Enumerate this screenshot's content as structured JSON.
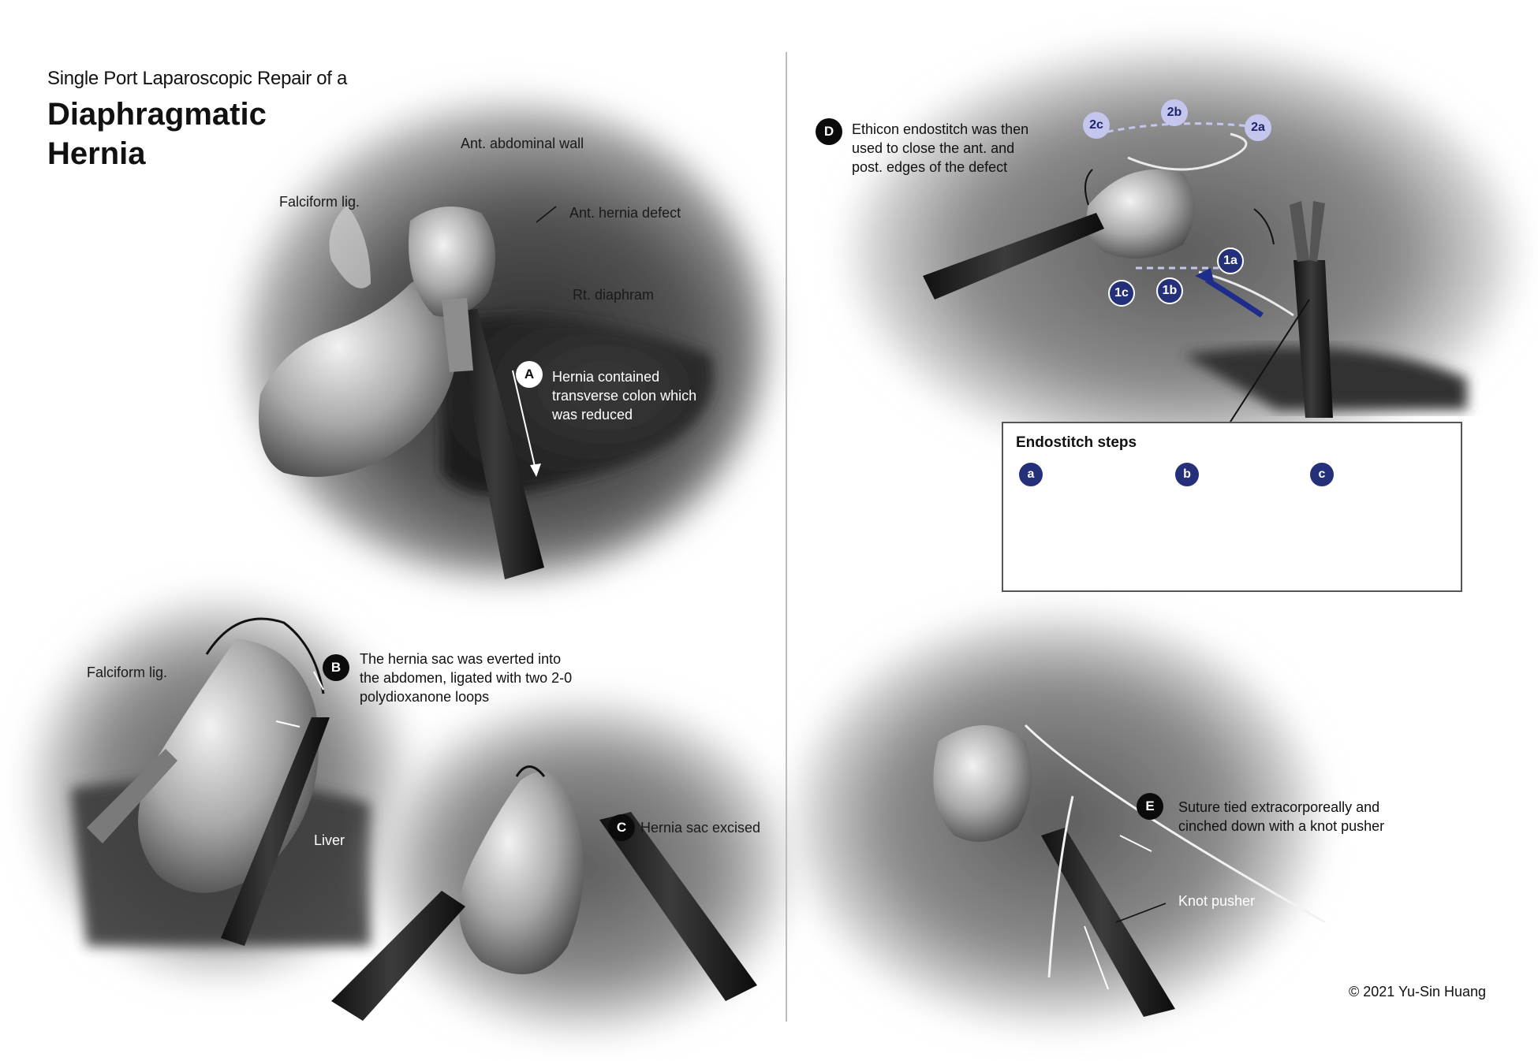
{
  "title": {
    "subtitle": "Single Port Laparoscopic Repair of a",
    "main_line1": "Diaphragmatic",
    "main_line2": "Hernia"
  },
  "panel_a": {
    "labels": {
      "ant_abdominal_wall": "Ant. abdominal wall",
      "falciform": "Falciform lig.",
      "ant_hernia_defect": "Ant. hernia defect",
      "rt_diaphram": "Rt. diaphram"
    },
    "badge": "A",
    "caption_lines": [
      "Hernia contained",
      "transverse colon which",
      "was reduced"
    ]
  },
  "panel_b": {
    "labels": {
      "falciform": "Falciform lig.",
      "liver": "Liver"
    },
    "badge": "B",
    "caption_lines": [
      "The hernia sac was everted into",
      "the abdomen, ligated with two 2-0",
      "polydioxanone loops"
    ]
  },
  "panel_c": {
    "badge": "C",
    "caption": "Hernia sac excised"
  },
  "panel_d": {
    "badge": "D",
    "caption_lines": [
      "Ethicon endostitch was then",
      "used to close the ant. and",
      "post. edges of the defect"
    ],
    "stitch_points_top": [
      "2c",
      "2b",
      "2a"
    ],
    "stitch_points_bottom": [
      "1c",
      "1b",
      "1a"
    ],
    "steps": {
      "title": "Endostitch steps",
      "items": [
        "a",
        "b",
        "c"
      ]
    }
  },
  "panel_e": {
    "badge": "E",
    "caption_lines": [
      "Suture tied extracorporeally and",
      "cinched down with a knot pusher"
    ],
    "knot_pusher_label": "Knot pusher"
  },
  "copyright": "© 2021  Yu-Sin Huang",
  "colors": {
    "badge_dark": "#0b0b0b",
    "stitch_blue": "#24307a",
    "stitch_lavender": "#c4c6ee",
    "arrow_blue": "#1e2d8c"
  }
}
